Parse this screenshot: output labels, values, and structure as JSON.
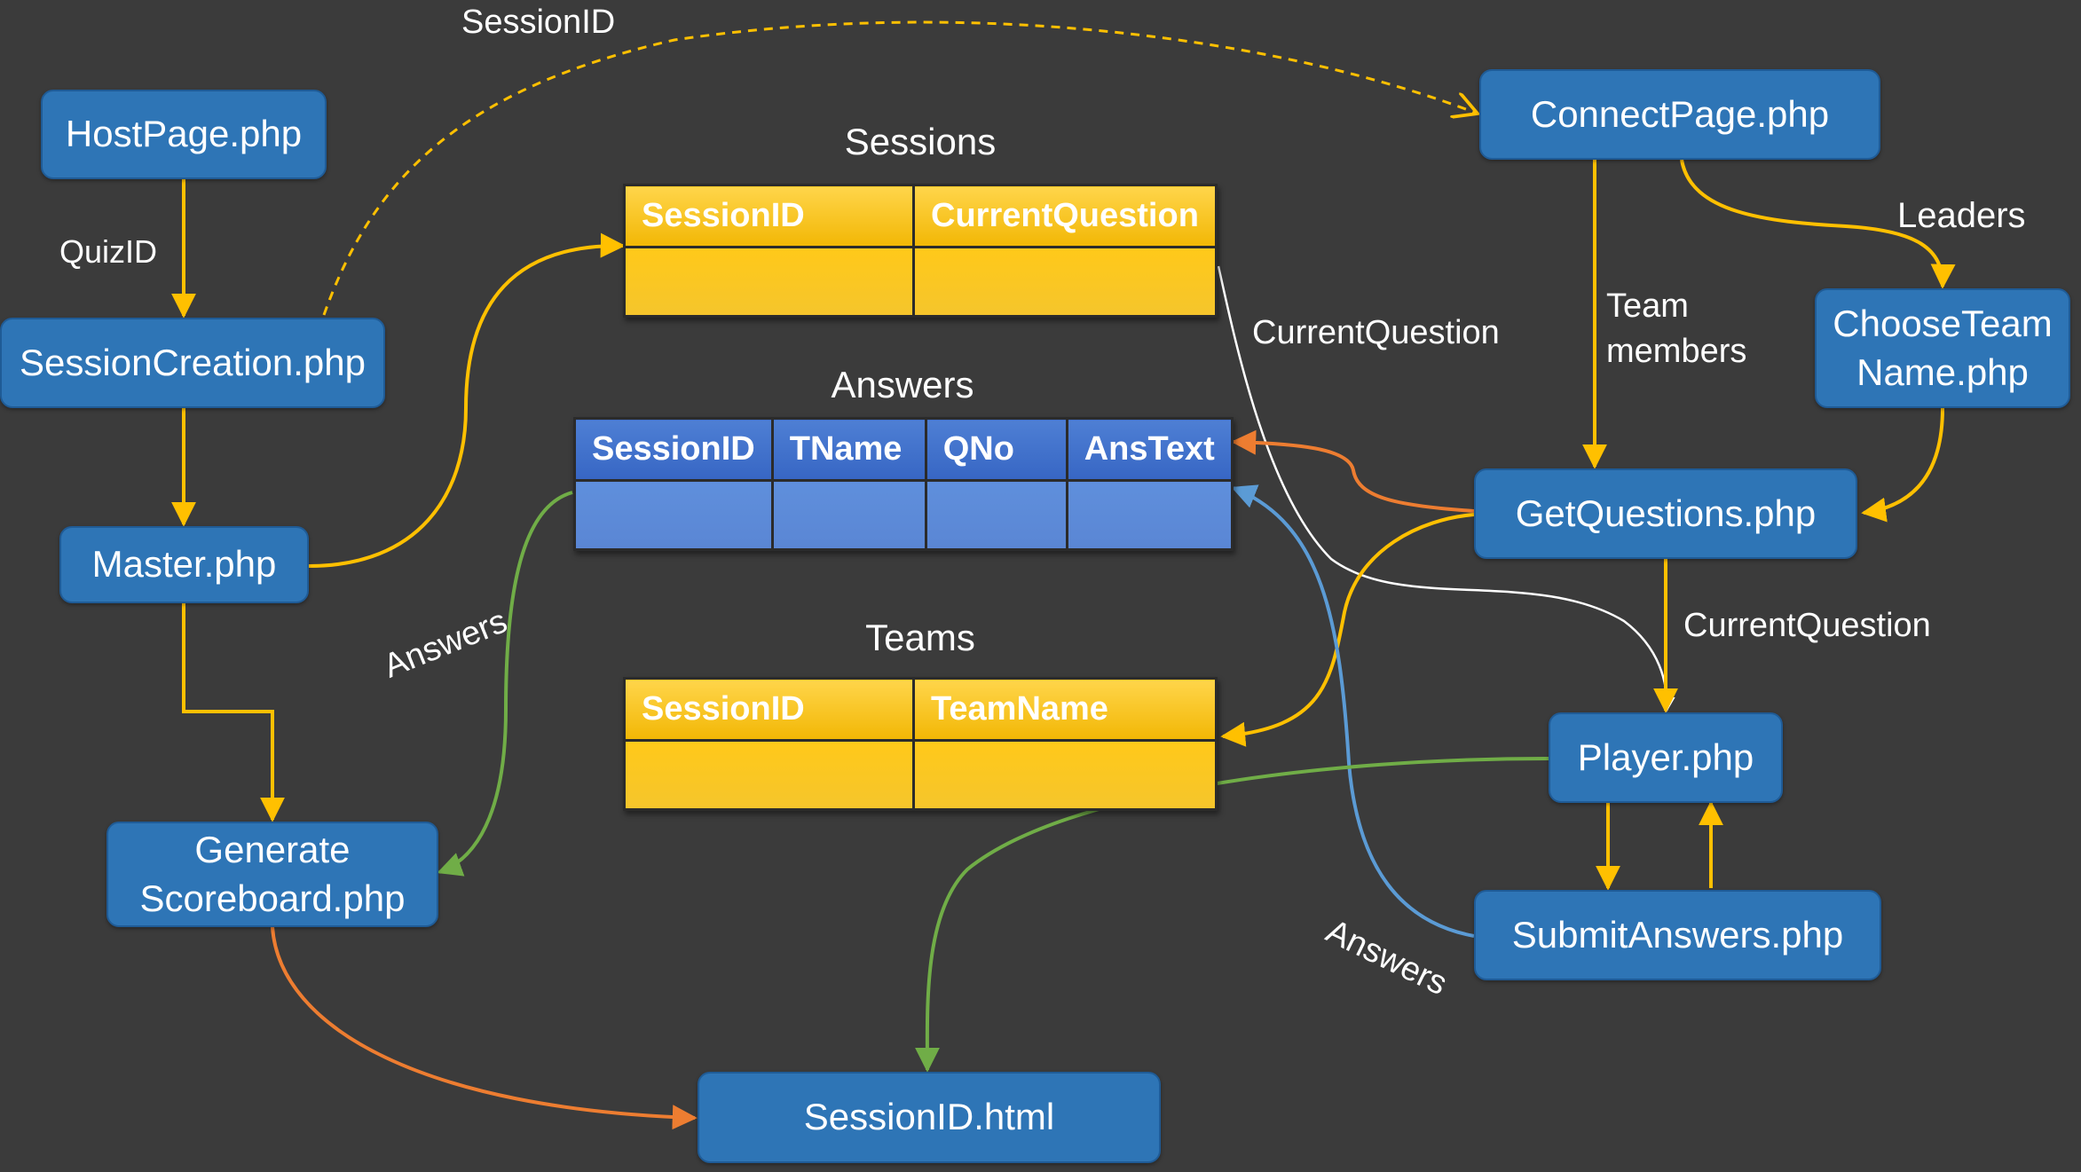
{
  "nodes": {
    "host_page": "HostPage.php",
    "session_creation": "SessionCreation.php",
    "master": "Master.php",
    "generate_scoreboard": "Generate\nScoreboard.php",
    "session_html": "SessionID.html",
    "connect_page": "ConnectPage.php",
    "choose_team_name": "ChooseTeam\nName.php",
    "get_questions": "GetQuestions.php",
    "player": "Player.php",
    "submit_answers": "SubmitAnswers.php"
  },
  "tables": {
    "sessions": {
      "title": "Sessions",
      "columns": [
        "SessionID",
        "CurrentQuestion"
      ]
    },
    "answers": {
      "title": "Answers",
      "columns": [
        "SessionID",
        "TName",
        "QNo",
        "AnsText"
      ]
    },
    "teams": {
      "title": "Teams",
      "columns": [
        "SessionID",
        "TeamName"
      ]
    }
  },
  "edge_labels": {
    "session_id": "SessionID",
    "quiz_id": "QuizID",
    "current_question_sessions": "CurrentQuestion",
    "team_members": "Team\nmembers",
    "leaders": "Leaders",
    "current_question_player": "CurrentQuestion",
    "answers_left": "Answers",
    "answers_right": "Answers"
  },
  "colors": {
    "background": "#3b3b3b",
    "node_fill": "#2e75b6",
    "arrow_yellow": "#ffc000",
    "arrow_orange": "#ed7d31",
    "arrow_green": "#70ad47",
    "arrow_blue": "#5b9bd5",
    "arrow_white": "#ffffff"
  }
}
